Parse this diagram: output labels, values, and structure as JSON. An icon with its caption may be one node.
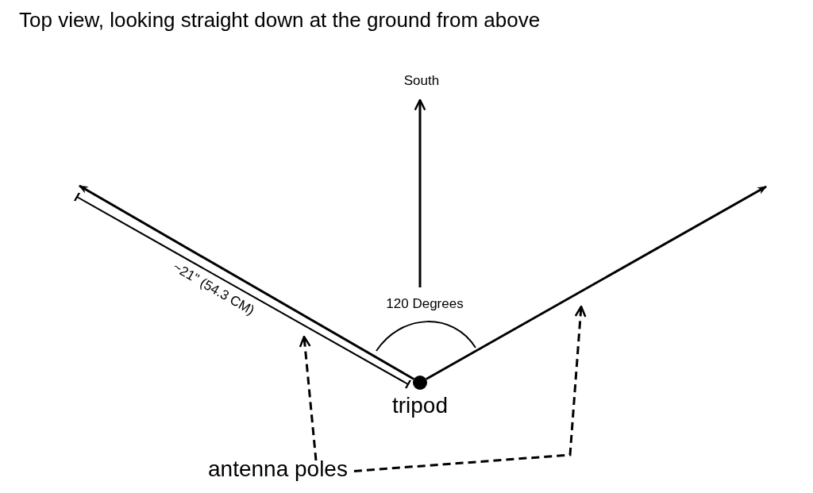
{
  "diagram": {
    "title": "Top view, looking straight down at the ground from above",
    "nodes": [
      {
        "text": [],
        "shape": "circle",
        "beside": [
          "tripod"
        ]
      },
      {
        "text": [
          "antenna poles"
        ]
      }
    ],
    "edges": [
      {
        "from": 0,
        "to": null,
        "arrow": "to"
      },
      {
        "from": 0,
        "to": null,
        "arrow": "to"
      },
      {
        "from": 1,
        "to": null,
        "arrow": "to",
        "style": "dashed"
      },
      {
        "from": 1,
        "to": null,
        "arrow": "to",
        "style": "dashed"
      }
    ],
    "labels": [
      "South",
      "120 Degrees",
      "~21\" (54.3 CM)"
    ]
  }
}
